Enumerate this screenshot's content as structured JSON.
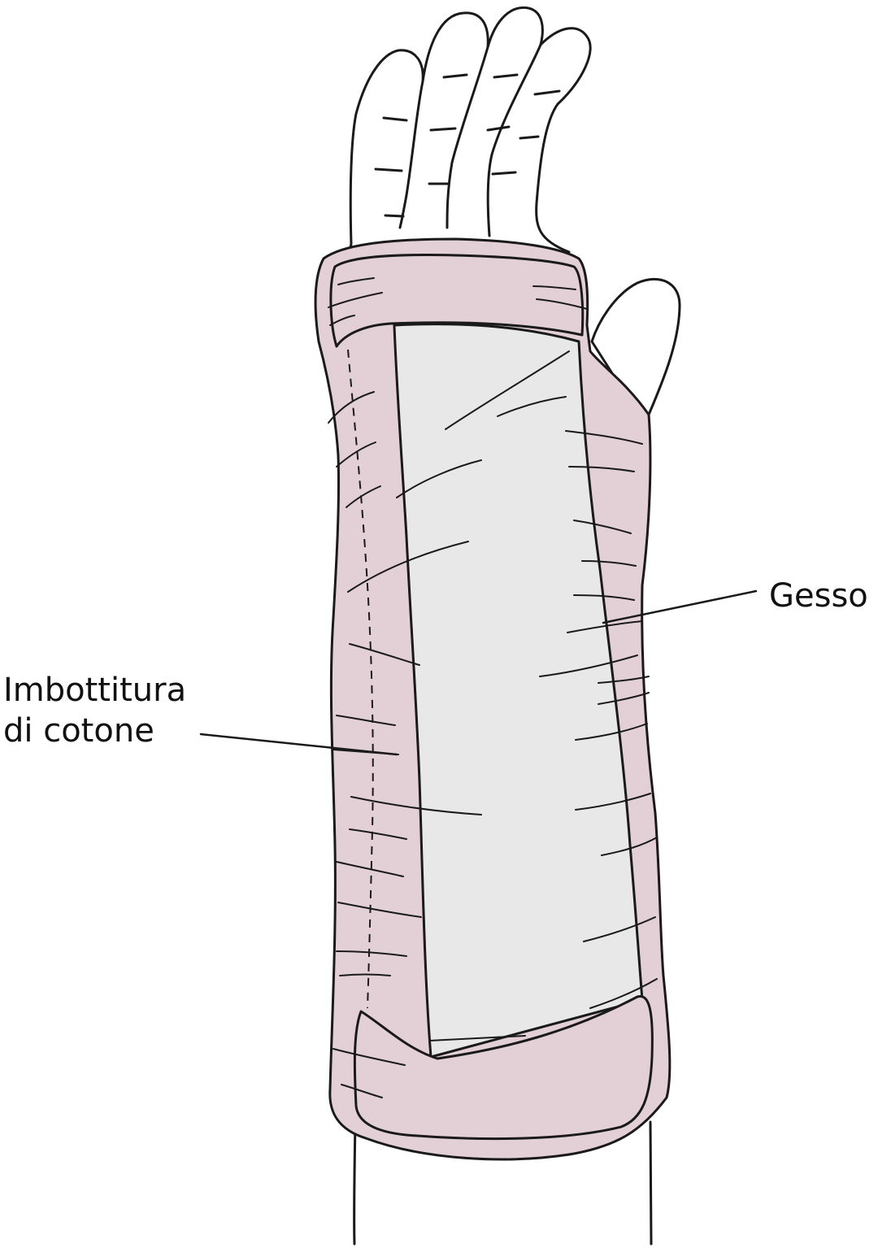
{
  "labels": {
    "plaster": "Gesso",
    "cotton_line1": "Imbottitura",
    "cotton_line2": "di cotone"
  },
  "colors": {
    "padding": "#e3d0d7",
    "plaster": "#e8e8e8",
    "skin": "#ffffff",
    "outline": "#1a1a1a"
  }
}
